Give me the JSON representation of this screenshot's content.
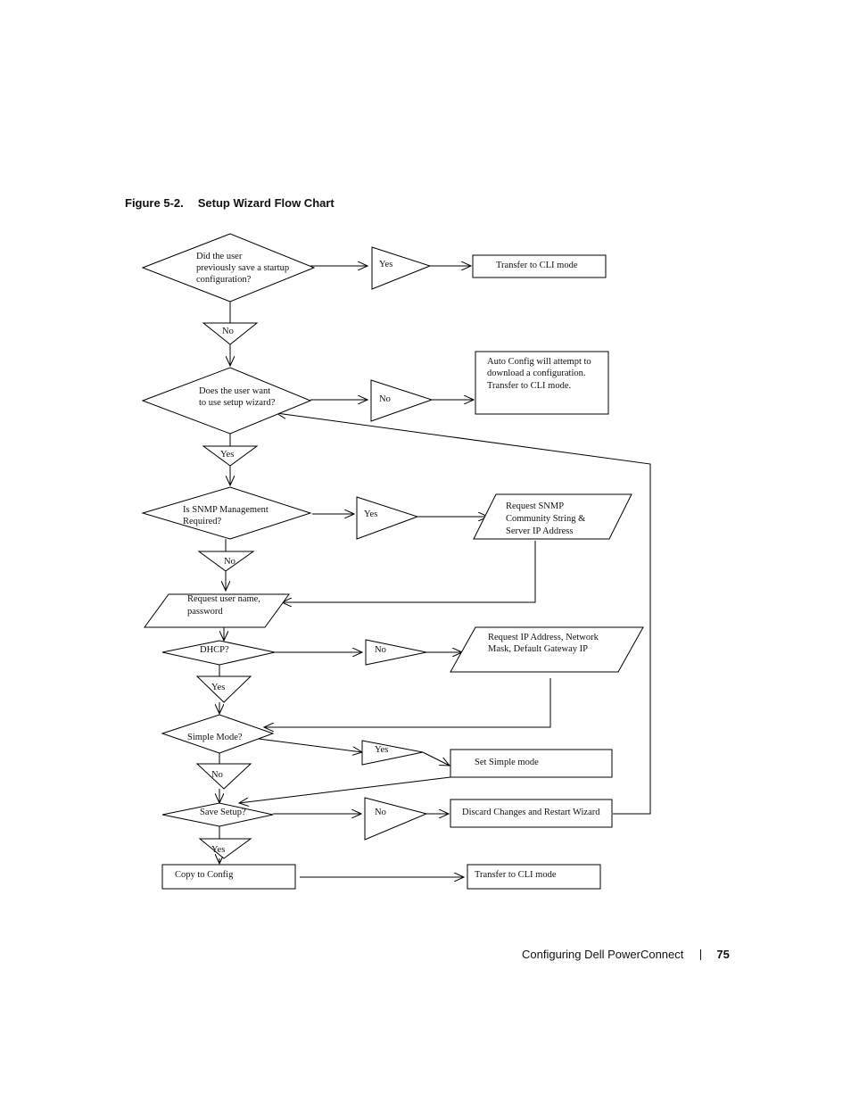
{
  "caption": {
    "number": "Figure 5-2.",
    "title": "Setup Wizard Flow Chart"
  },
  "footer": {
    "section": "Configuring Dell PowerConnect",
    "page": "75"
  },
  "nodes": {
    "d1": [
      "Did the user",
      "previously save a startup",
      "configuration?"
    ],
    "d2": [
      "Does the user want",
      "to use setup wizard?"
    ],
    "d3": [
      "Is SNMP Management",
      "Required?"
    ],
    "d4": [
      "DHCP?"
    ],
    "d5": [
      "Simple Mode?"
    ],
    "d6": [
      "Save Setup?"
    ],
    "p1": [
      "Transfer to CLI mode"
    ],
    "p2": [
      "Auto Config will attempt to",
      "download a configuration.",
      "Transfer to CLI mode."
    ],
    "p3": [
      "Set Simple mode"
    ],
    "p4": [
      "Discard Changes and Restart Wizard"
    ],
    "p5": [
      "Copy to Config"
    ],
    "p6": [
      "Transfer to CLI mode"
    ],
    "io1": [
      "Request SNMP",
      "Community String &",
      "Server IP Address"
    ],
    "io2": [
      "Request user name,",
      "password"
    ],
    "io3": [
      "Request IP Address, Network",
      "Mask, Default Gateway IP"
    ]
  },
  "branches": {
    "t1": "Yes",
    "t2": "No",
    "t3": "No",
    "t4": "Yes",
    "t5": "Yes",
    "t6": "No",
    "t7": "No",
    "t8": "Yes",
    "t9": "Yes",
    "t10": "No",
    "t11": "No",
    "t12": "Yes"
  }
}
